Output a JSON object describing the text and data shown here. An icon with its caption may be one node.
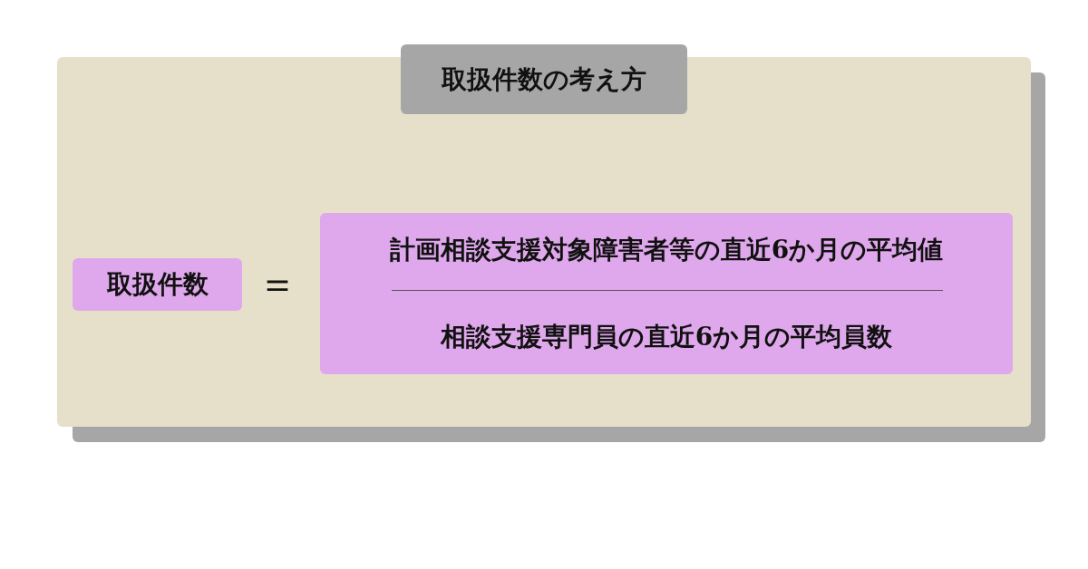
{
  "diagram": {
    "title": "取扱件数の考え方",
    "nodes": [
      {
        "text": [
          "取扱件数"
        ]
      },
      {
        "text": [
          "計画相談支援対象障害者等の直近6か月の平均値",
          "相談支援専門員の直近6か月の平均員数"
        ]
      }
    ],
    "edges": [],
    "labels": [
      "＝"
    ]
  }
}
